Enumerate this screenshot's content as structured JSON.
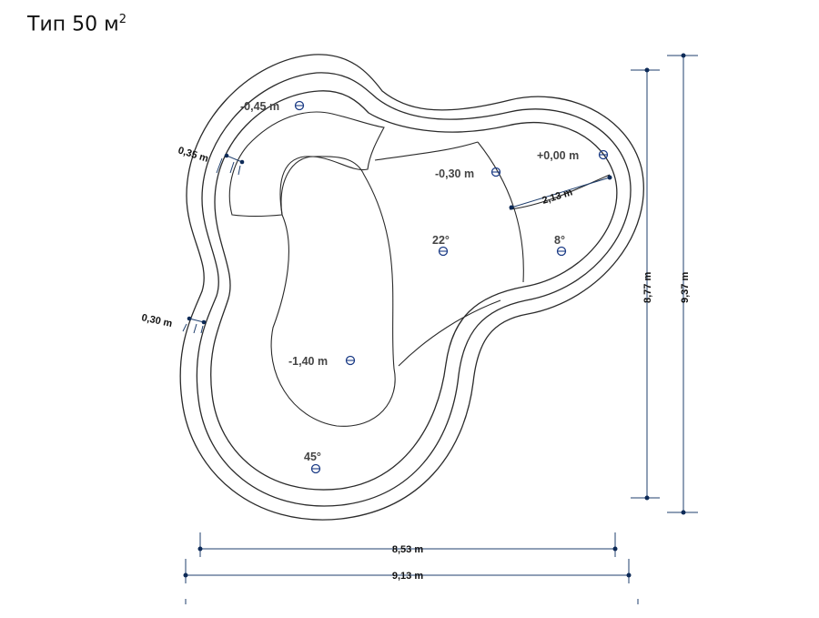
{
  "title": {
    "text": "Тип 50 м",
    "sup": "2"
  },
  "depth_marks": {
    "d045": "-0,45 m",
    "d000": "+0,00 m",
    "d030": "-0,30 m",
    "d140": "-1,40 m"
  },
  "slope_marks": {
    "s22": "22°",
    "s8": "8°",
    "s45": "45°"
  },
  "dimensions": {
    "w853": "8,53 m",
    "w913": "9,13 m",
    "h877": "8,77 m",
    "h937": "9,37 m",
    "ledge213": "2,13 m",
    "rim035": "0,35 m",
    "rim030": "0,30 m"
  },
  "colors": {
    "dimension_line": "#1f3f6e",
    "marker": "#1c3c86",
    "outline": "#2b2b2b"
  }
}
